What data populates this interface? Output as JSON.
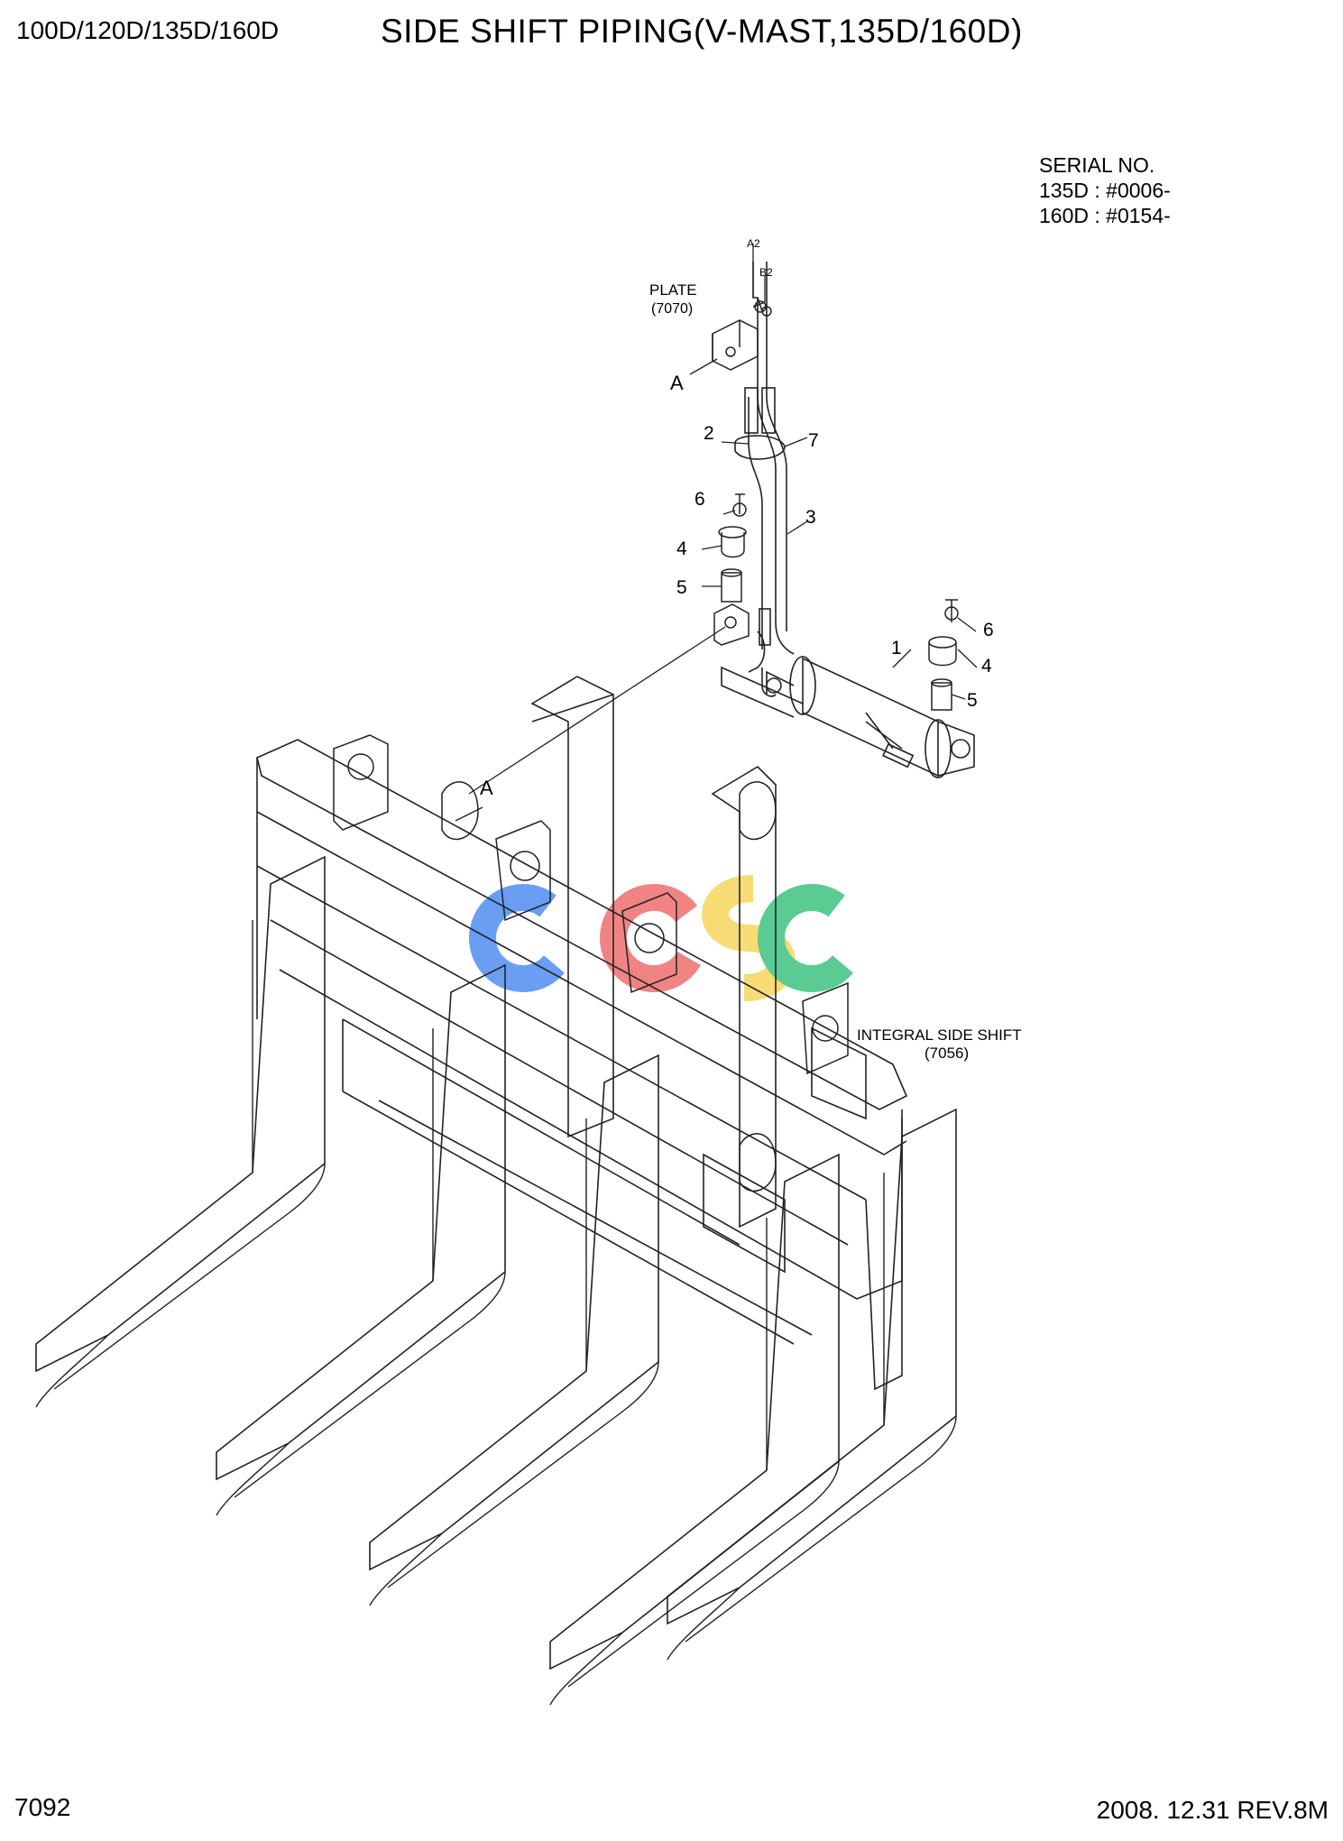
{
  "header": {
    "models": "100D/120D/135D/160D",
    "title": "SIDE SHIFT PIPING(V-MAST,135D/160D)"
  },
  "serial": {
    "heading": "SERIAL NO.",
    "lines": [
      "135D : #0006-",
      "160D : #0154-"
    ]
  },
  "callouts": {
    "plate": "PLATE",
    "plate_ref": "(7070)",
    "a2": "A2",
    "b2": "B2",
    "detail_a": "A",
    "detail_a_target": "A",
    "parts": [
      "1",
      "2",
      "3",
      "4",
      "5",
      "6",
      "7"
    ],
    "side_shift": "INTEGRAL SIDE SHIFT",
    "side_shift_ref": "(7056)"
  },
  "watermark": {
    "letters": [
      "C",
      "G",
      "S",
      "C"
    ],
    "colors": [
      "#4f8ef0",
      "#ee6f6f",
      "#f6d55c",
      "#3ec27f"
    ]
  },
  "footer": {
    "page": "7092",
    "revision": "2008. 12.31  REV.8M"
  }
}
